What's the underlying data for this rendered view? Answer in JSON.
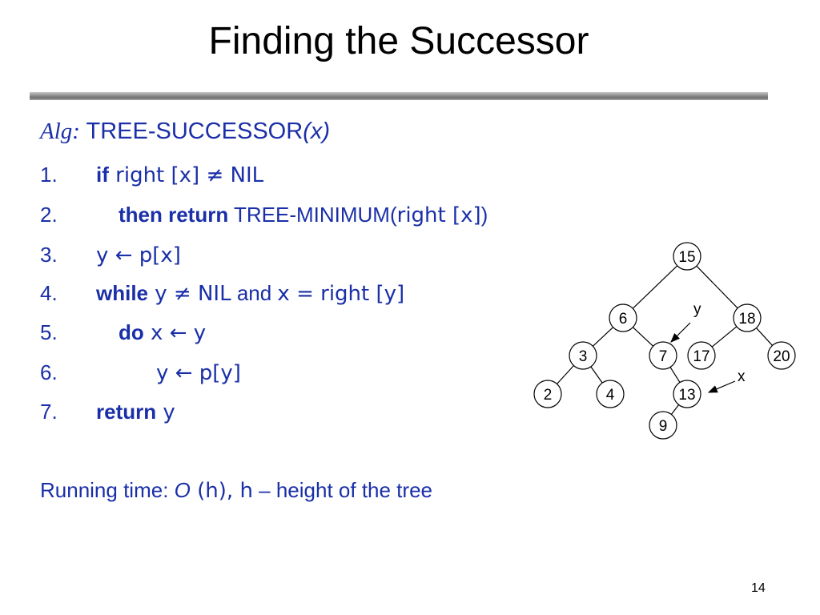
{
  "title": "Finding the Successor",
  "alg": {
    "prefix": "Alg:",
    "name": "TREE-SUCCESSOR",
    "arg": "(x)"
  },
  "lines": [
    {
      "num": "1.",
      "parts": [
        {
          "t": "if",
          "c": "kw"
        },
        {
          "t": " right [x] ≠ NIL",
          "c": "mono"
        }
      ]
    },
    {
      "num": "2.",
      "parts": [
        {
          "t": "then return",
          "c": "kw"
        },
        {
          "t": " TREE-MINIMUM(",
          "c": ""
        },
        {
          "t": "right [x]",
          "c": "mono"
        },
        {
          "t": ")",
          "c": ""
        }
      ]
    },
    {
      "num": "3.",
      "parts": [
        {
          "t": "y ← p[x]",
          "c": "mono"
        }
      ]
    },
    {
      "num": "4.",
      "parts": [
        {
          "t": "while",
          "c": "kw"
        },
        {
          "t": " y ≠ NIL",
          "c": "mono"
        },
        {
          "t": " and ",
          "c": ""
        },
        {
          "t": "x = right [y]",
          "c": "mono"
        }
      ]
    },
    {
      "num": "5.",
      "parts": [
        {
          "t": "do",
          "c": "kw"
        },
        {
          "t": " x ← y",
          "c": "mono"
        }
      ]
    },
    {
      "num": "6.",
      "parts": [
        {
          "t": "y ← p[y]",
          "c": "mono"
        }
      ]
    },
    {
      "num": "7.",
      "parts": [
        {
          "t": "return",
          "c": "kw"
        },
        {
          "t": " y",
          "c": "mono"
        }
      ]
    }
  ],
  "running": {
    "prefix": "Running time: ",
    "o": "O",
    "h": " (h), h",
    "suffix": " – height of the tree"
  },
  "page_number": "14",
  "tree": {
    "nodes": [
      "15",
      "6",
      "18",
      "3",
      "7",
      "17",
      "20",
      "2",
      "4",
      "13",
      "9"
    ],
    "edges": [
      [
        "15",
        "6"
      ],
      [
        "15",
        "18"
      ],
      [
        "6",
        "3"
      ],
      [
        "6",
        "7"
      ],
      [
        "18",
        "17"
      ],
      [
        "18",
        "20"
      ],
      [
        "3",
        "2"
      ],
      [
        "3",
        "4"
      ],
      [
        "7",
        "13"
      ],
      [
        "13",
        "9"
      ]
    ],
    "pointer_labels": {
      "y": "y",
      "x": "x"
    }
  },
  "colors": {
    "text": "#1a2fa8",
    "title": "#000000"
  }
}
